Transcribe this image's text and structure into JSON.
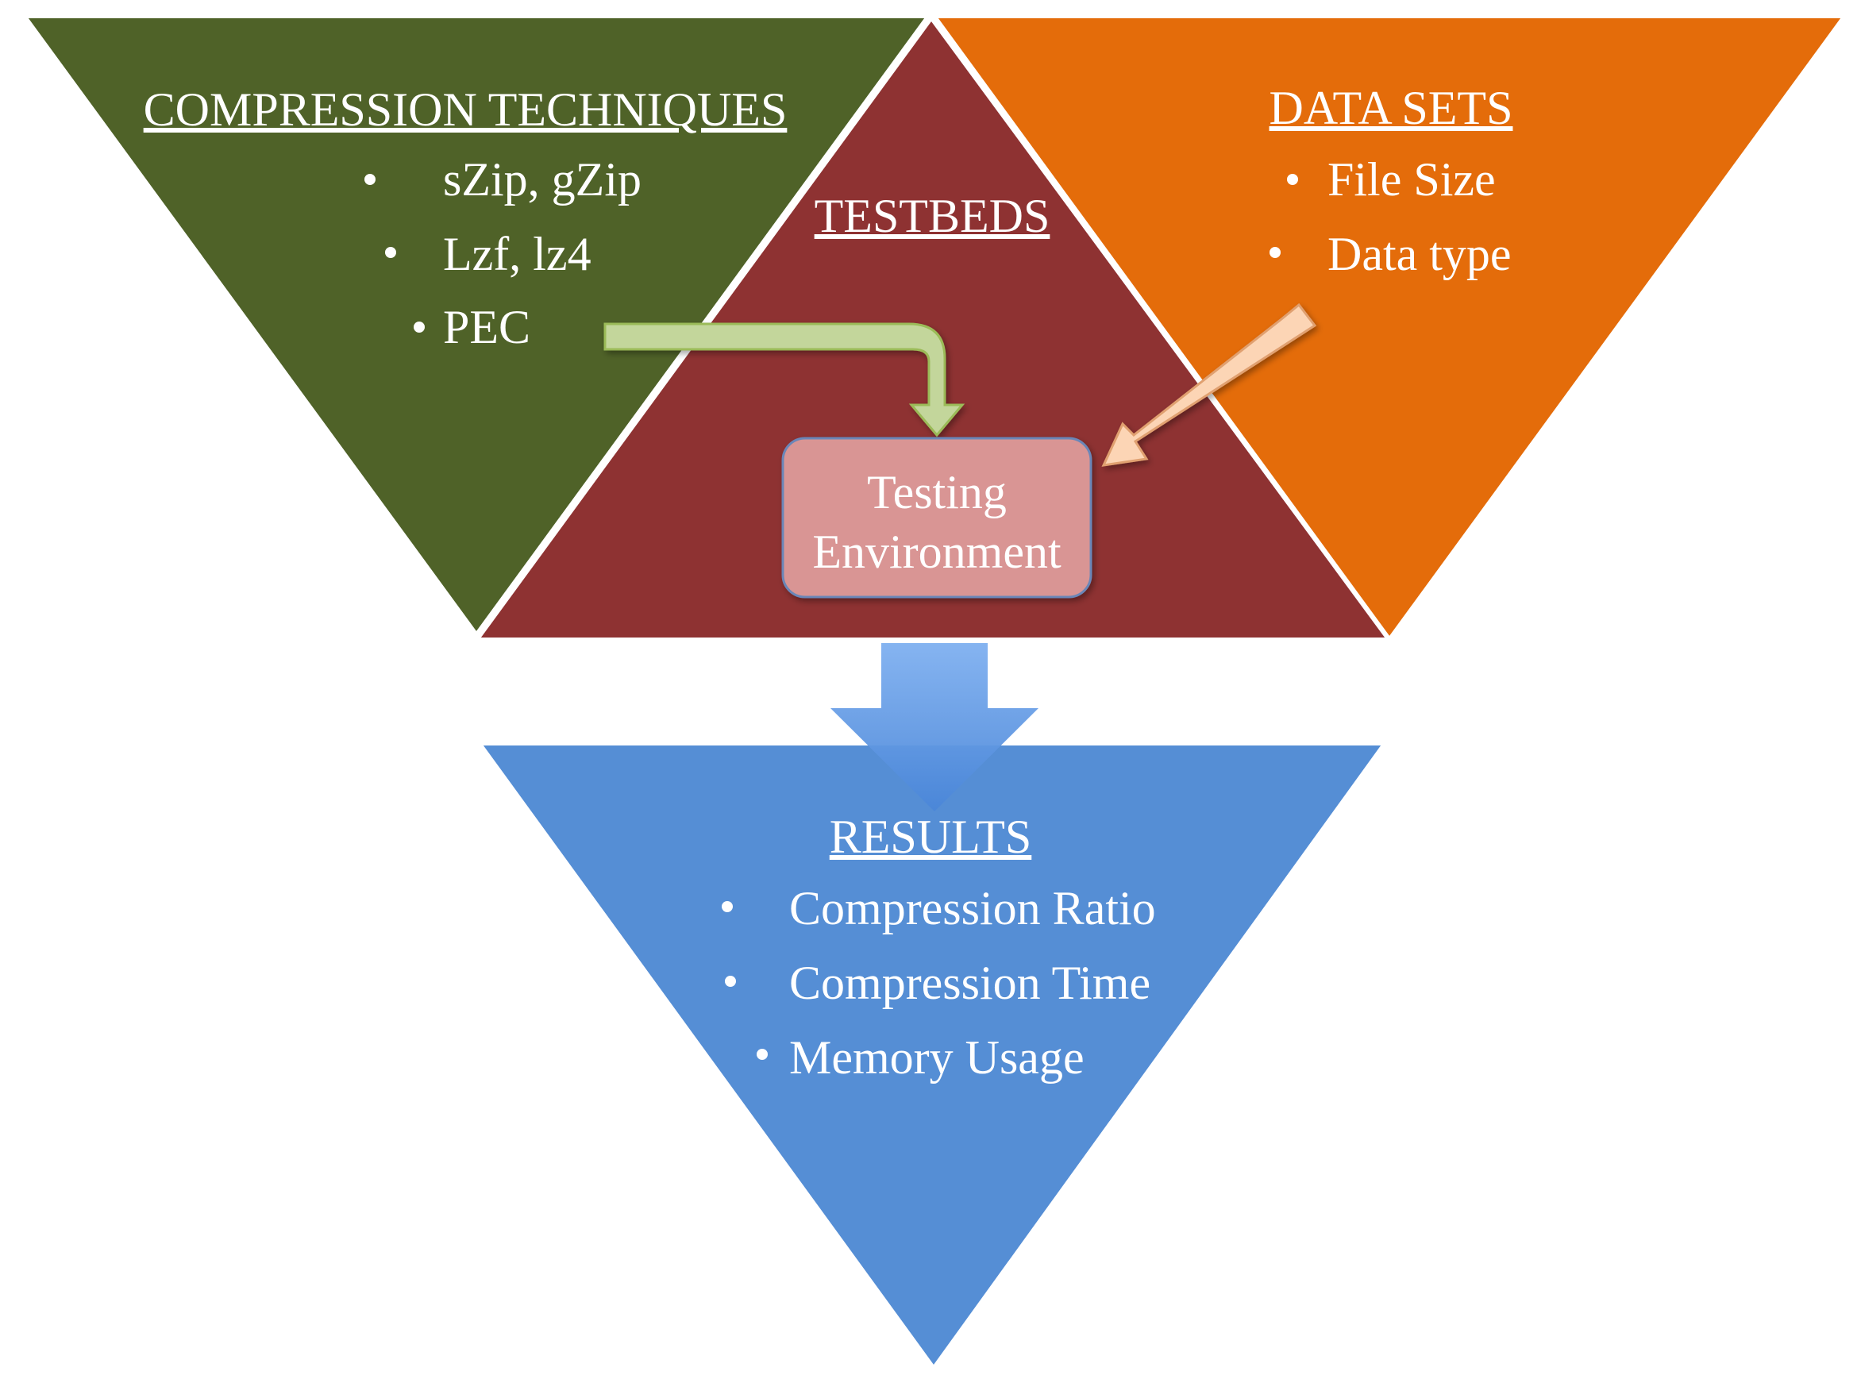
{
  "colors": {
    "compression": "#4f6228",
    "testbeds": "#8e3232",
    "datasets": "#e46c0a",
    "results": "#558ed5",
    "testing_box": "#d99594",
    "arrow_green": "#c3d69b",
    "arrow_peach": "#fcd5b5",
    "arrow_blue": "#6fa0e8"
  },
  "compression": {
    "heading": "COMPRESSION TECHNIQUES",
    "items": [
      "sZip, gZip",
      "Lzf, lz4",
      "PEC"
    ]
  },
  "testbeds": {
    "heading": "TESTBEDS",
    "box_line1": "Testing",
    "box_line2": "Environment"
  },
  "datasets": {
    "heading": "DATA SETS",
    "items": [
      "File Size",
      "Data type"
    ]
  },
  "results": {
    "heading": "RESULTS",
    "items": [
      "Compression Ratio",
      "Compression Time",
      "Memory Usage"
    ]
  }
}
